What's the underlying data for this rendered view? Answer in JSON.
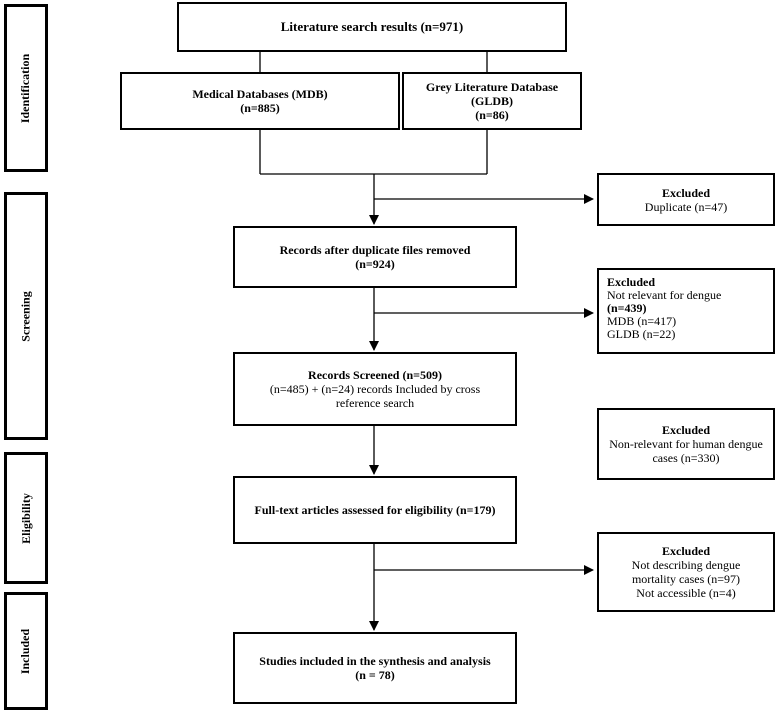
{
  "stages": {
    "identification": "Identification",
    "screening": "Screening",
    "eligibility": "Eligibility",
    "included": "Included"
  },
  "search": {
    "title": "Literature search results (n=971)"
  },
  "mdb": {
    "line1": "Medical Databases (MDB)",
    "line2": "(n=885)"
  },
  "gldb": {
    "line1": "Grey Literature Database (GLDB)",
    "line2": "(n=86)"
  },
  "excluded_duplicates": {
    "heading": "Excluded",
    "line1": "Duplicate (n=47)"
  },
  "after_duplicates": {
    "line1": "Records after duplicate files removed",
    "line2": "(n=924)"
  },
  "excluded_relevance": {
    "heading": "Excluded",
    "line1": "Not relevant for dengue",
    "line2": "(n=439)",
    "line3": "MDB (n=417)",
    "line4": "GLDB (n=22)"
  },
  "screened": {
    "line1": "Records Screened (n=509)",
    "line2": "(n=485) + (n=24) records Included by cross",
    "line3": "reference search"
  },
  "excluded_human": {
    "heading": "Excluded",
    "line1": "Non-relevant for human dengue",
    "line2": "cases (n=330)"
  },
  "fulltext": {
    "line1": "Full-text articles assessed for eligibility (n=179)"
  },
  "excluded_mortality": {
    "heading": "Excluded",
    "line1": "Not describing dengue",
    "line2": "mortality cases (n=97)",
    "line3": "Not accessible (n=4)"
  },
  "included": {
    "line1": "Studies included in the synthesis and analysis",
    "line2": "(n = 78)"
  }
}
